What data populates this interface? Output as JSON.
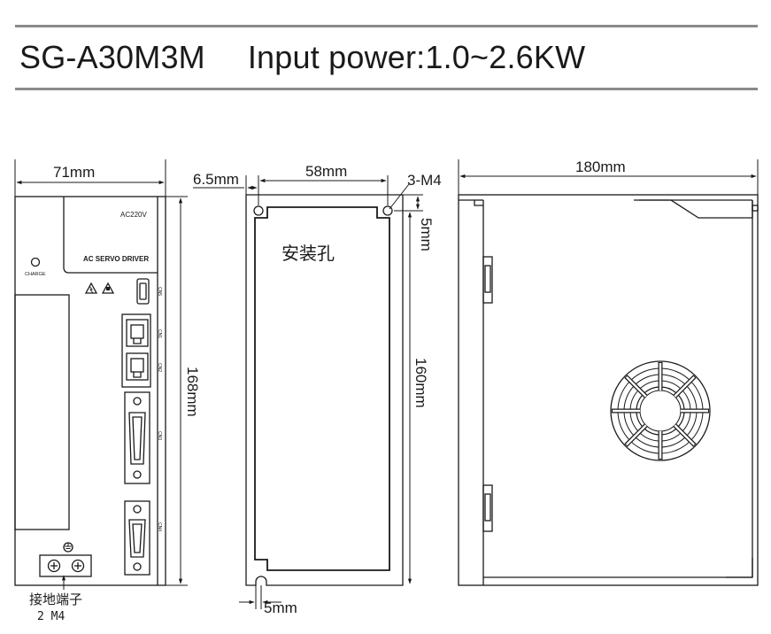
{
  "header": {
    "model": "SG-A30M3M",
    "power": "Input power:1.0~2.6KW"
  },
  "front_view": {
    "width_dim": "71mm",
    "height_dim": "168mm",
    "voltage_label": "AC220V",
    "product_label": "AC SERVO DRIVER",
    "charge_label": "CHARGE",
    "connector_labels": [
      "CN5",
      "CN1",
      "CN2",
      "CN3",
      "CN4"
    ],
    "terminal_label": "接地端子",
    "terminal_spec": "2 M4"
  },
  "mount_view": {
    "offset_dim": "6.5mm",
    "width_dim": "58mm",
    "screw_label": "3-M4",
    "top_margin_dim": "5mm",
    "height_dim": "160mm",
    "bottom_dim": "5mm",
    "hole_label": "安装孔"
  },
  "side_view": {
    "depth_dim": "180mm"
  }
}
